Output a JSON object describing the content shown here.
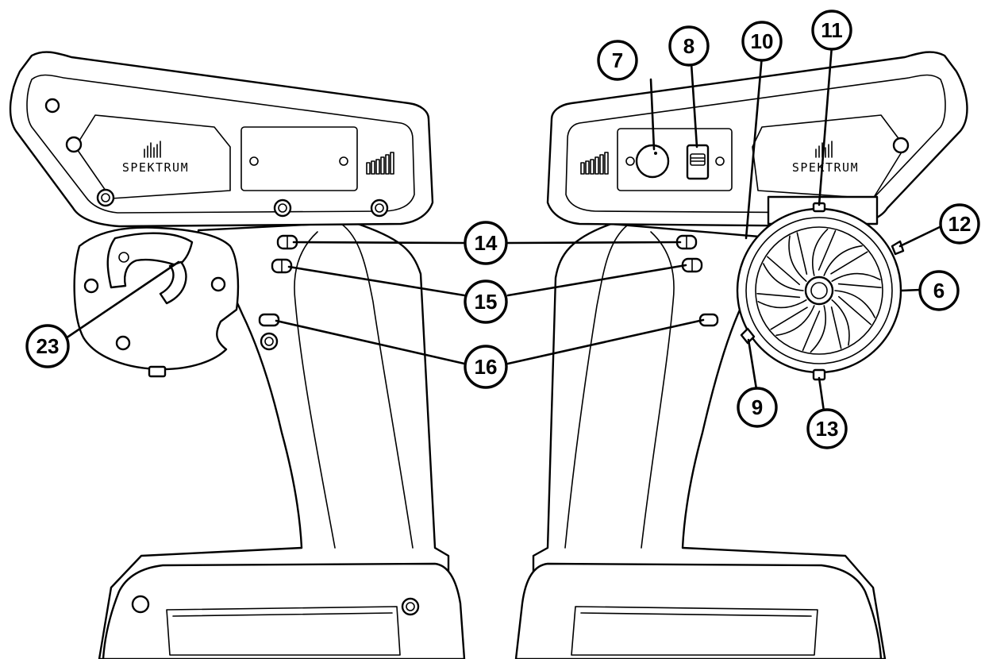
{
  "brand": {
    "logo_text": "SPEKTRUM"
  },
  "callouts": [
    {
      "id": "c6",
      "label": "6"
    },
    {
      "id": "c7",
      "label": "7"
    },
    {
      "id": "c8",
      "label": "8"
    },
    {
      "id": "c9",
      "label": "9"
    },
    {
      "id": "c10",
      "label": "10"
    },
    {
      "id": "c11",
      "label": "11"
    },
    {
      "id": "c12",
      "label": "12"
    },
    {
      "id": "c13",
      "label": "13"
    },
    {
      "id": "c14",
      "label": "14"
    },
    {
      "id": "c15",
      "label": "15"
    },
    {
      "id": "c16",
      "label": "16"
    },
    {
      "id": "c23",
      "label": "23"
    }
  ]
}
